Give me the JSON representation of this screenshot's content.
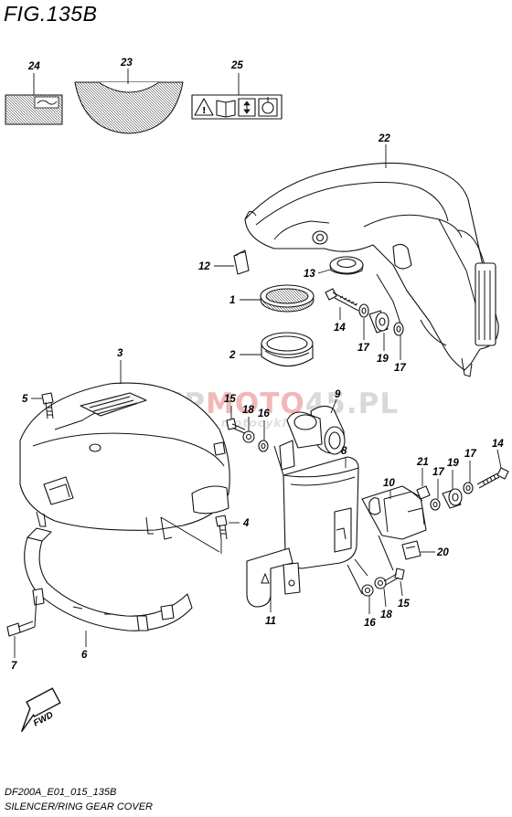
{
  "header": {
    "figure_title": "FIG.135B"
  },
  "footer": {
    "model_code": "DF200A_E01_015_135B",
    "section_name": "SILENCER/RING GEAR COVER"
  },
  "watermark": {
    "brand_prefix": "SKLEP",
    "brand_accent": "MOTO",
    "brand_middle": "45",
    "brand_suffix": ".PL",
    "tagline": "internetowy sklep motocyklowy",
    "colors": {
      "gray": "#d9d9d9",
      "accent": "#f2b8b8"
    }
  },
  "callouts": [
    {
      "number": "24"
    },
    {
      "number": "23"
    },
    {
      "number": "25"
    },
    {
      "number": "22"
    },
    {
      "number": "12"
    },
    {
      "number": "13"
    },
    {
      "number": "1"
    },
    {
      "number": "14"
    },
    {
      "number": "17"
    },
    {
      "number": "19"
    },
    {
      "number": "17"
    },
    {
      "number": "2"
    },
    {
      "number": "3"
    },
    {
      "number": "5"
    },
    {
      "number": "15"
    },
    {
      "number": "18"
    },
    {
      "number": "16"
    },
    {
      "number": "9"
    },
    {
      "number": "8"
    },
    {
      "number": "21"
    },
    {
      "number": "19"
    },
    {
      "number": "17"
    },
    {
      "number": "14"
    },
    {
      "number": "17"
    },
    {
      "number": "10"
    },
    {
      "number": "4"
    },
    {
      "number": "20"
    },
    {
      "number": "11"
    },
    {
      "number": "16"
    },
    {
      "number": "18"
    },
    {
      "number": "15"
    },
    {
      "number": "7"
    },
    {
      "number": "6"
    }
  ],
  "fwd_label": "FWD",
  "icons": {
    "warning_label_icons": [
      "warning-triangle-icon",
      "manual-book-icon",
      "up-down-arrow-icon",
      "ring-icon"
    ]
  }
}
